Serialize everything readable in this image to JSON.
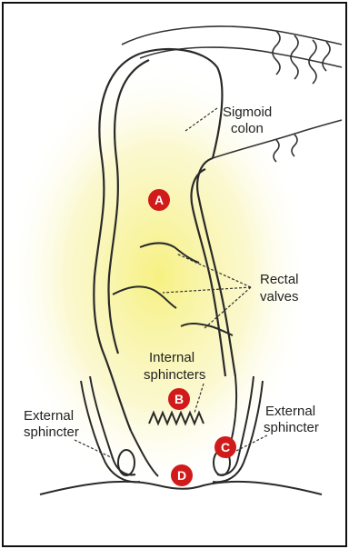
{
  "labels": {
    "sigmoid_line1": "Sigmoid",
    "sigmoid_line2": "colon",
    "rectal_line1": "Rectal",
    "rectal_line2": "valves",
    "internal_line1": "Internal",
    "internal_line2": "sphincters",
    "ext_left_line1": "External",
    "ext_left_line2": "sphincter",
    "ext_right_line1": "External",
    "ext_right_line2": "sphincter"
  },
  "markers": {
    "a": "A",
    "b": "B",
    "c": "C",
    "d": "D"
  },
  "colors": {
    "marker": "#d11a1a",
    "glow": "#f4ef8a",
    "outline": "#333333"
  }
}
